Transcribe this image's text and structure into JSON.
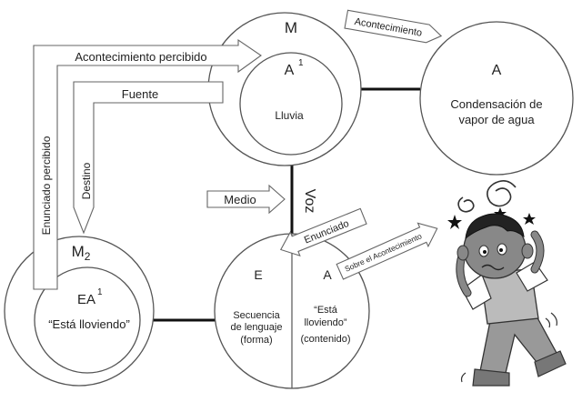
{
  "circles": {
    "m": {
      "label": "M",
      "inner_letter": "A",
      "inner_sup": "1",
      "inner_word": "Lluvia"
    },
    "a": {
      "letter": "A",
      "line1": "Condensación de",
      "line2": "vapor de agua"
    },
    "m2": {
      "label": "M",
      "label_sub": "2",
      "inner_letter": "EA",
      "inner_sup": "1",
      "inner_quote": "“Está lloviendo”"
    },
    "e": {
      "left_letter": "E",
      "left_line1": "Secuencia",
      "left_line2": "de lenguaje",
      "left_line3": "(forma)",
      "right_letter": "A",
      "right_line1": "“Está",
      "right_line2": "lloviendo”",
      "right_line3": "(contenido)"
    }
  },
  "arrows": {
    "acontecimiento": "Acontecimiento",
    "acontecimiento_percibido": "Acontecimiento percibido",
    "fuente": "Fuente",
    "destino": "Destino",
    "enunciado_percibido": "Enunciado percibido",
    "medio": "Medio",
    "voz": "Voz",
    "enunciado": "Enunciado",
    "sobre_el_acontecimiento": "Sobre el Acontecimiento"
  },
  "illustration": {
    "name": "confused-boy"
  }
}
